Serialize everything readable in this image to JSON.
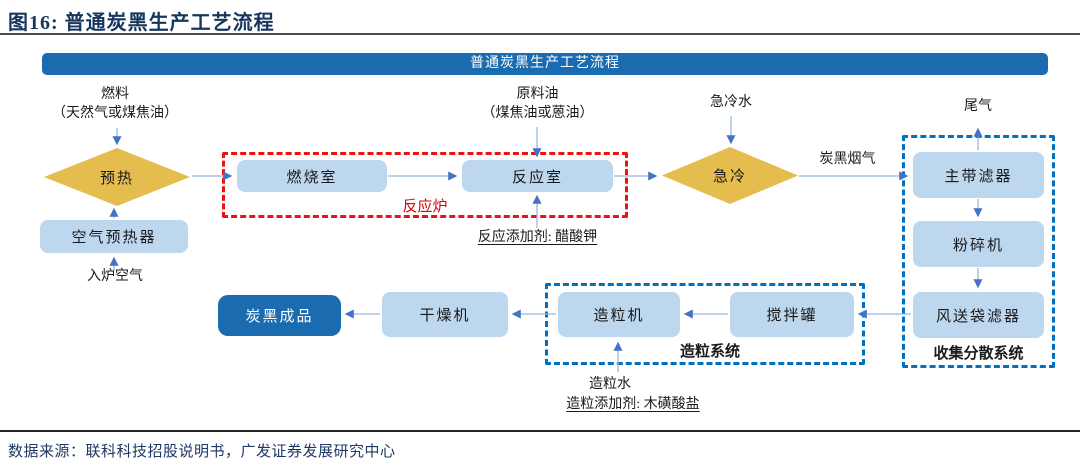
{
  "figure": {
    "title": "图16:  普通炭黑生产工艺流程",
    "source": "数据来源：联科科技招股说明书，广发证券发展研究中心"
  },
  "diagram": {
    "header_title": "普通炭黑生产工艺流程",
    "nodes": {
      "preheat": "预热",
      "air_preheater": "空气预热器",
      "combustion_chamber": "燃烧室",
      "reaction_chamber": "反应室",
      "quench": "急冷",
      "main_bag_filter": "主带滤器",
      "crusher": "粉碎机",
      "air_bag_filter": "风送袋滤器",
      "mixing_tank": "搅拌罐",
      "granulator": "造粒机",
      "dryer": "干燥机",
      "carbon_black_product": "炭黑成品"
    },
    "groups": {
      "reaction_furnace": "反应炉",
      "granulation_system": "造粒系统",
      "collection_system": "收集分散系统"
    },
    "labels": {
      "fuel": "燃料",
      "fuel_sub": "（天然气或煤焦油）",
      "furnace_air": "入炉空气",
      "raw_oil": "原料油",
      "raw_oil_sub": "（煤焦油或蒽油）",
      "reaction_additive": "反应添加剂: 醋酸钾",
      "quench_water": "急冷水",
      "carbon_black_smoke": "炭黑烟气",
      "tail_gas": "尾气",
      "granulation_water": "造粒水",
      "granulation_additive": "造粒添加剂: 木磺酸盐"
    },
    "colors": {
      "header_bg": "#1a6bb0",
      "node_bg": "#bdd7ee",
      "diamond_bg": "#e4bd4e",
      "product_bg": "#1a6bb0",
      "arrow_line": "#9ab8de",
      "arrow_head": "#4472c4",
      "reaction_border": "#ee1111",
      "system_border": "#0070c0",
      "title_color": "#17365d"
    }
  }
}
